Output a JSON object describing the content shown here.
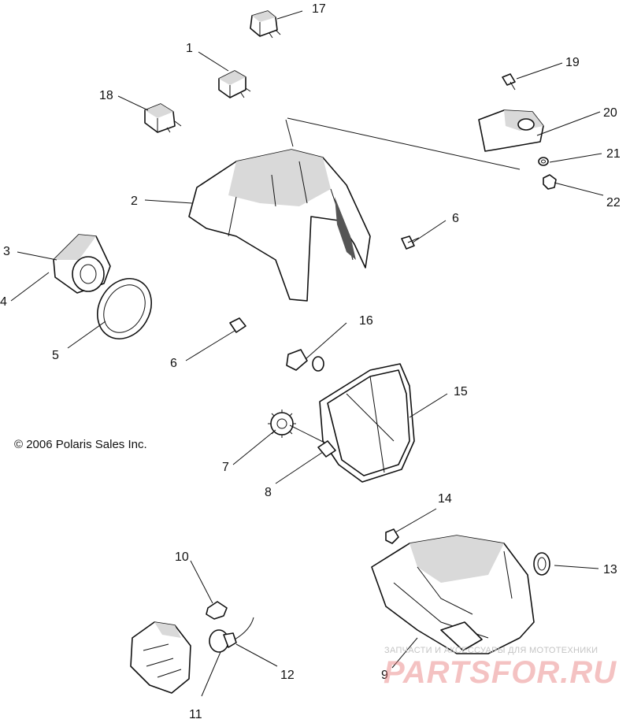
{
  "copyright": "© 2006 Polaris Sales Inc.",
  "watermark": {
    "caption": "ЗАПЧАСТИ И АКСЕССУАРЫ ДЛЯ МОТОТЕХНИКИ",
    "brand": "PARTSFOR.RU"
  },
  "callouts": {
    "c1": "1",
    "c2": "2",
    "c3": "3",
    "c4": "4",
    "c5": "5",
    "c6a": "6",
    "c6b": "6",
    "c7": "7",
    "c8": "8",
    "c9": "9",
    "c10": "10",
    "c11": "11",
    "c12": "12",
    "c13": "13",
    "c14": "14",
    "c15": "15",
    "c16": "16",
    "c17": "17",
    "c18": "18",
    "c19": "19",
    "c20": "20",
    "c21": "21",
    "c22": "22"
  }
}
